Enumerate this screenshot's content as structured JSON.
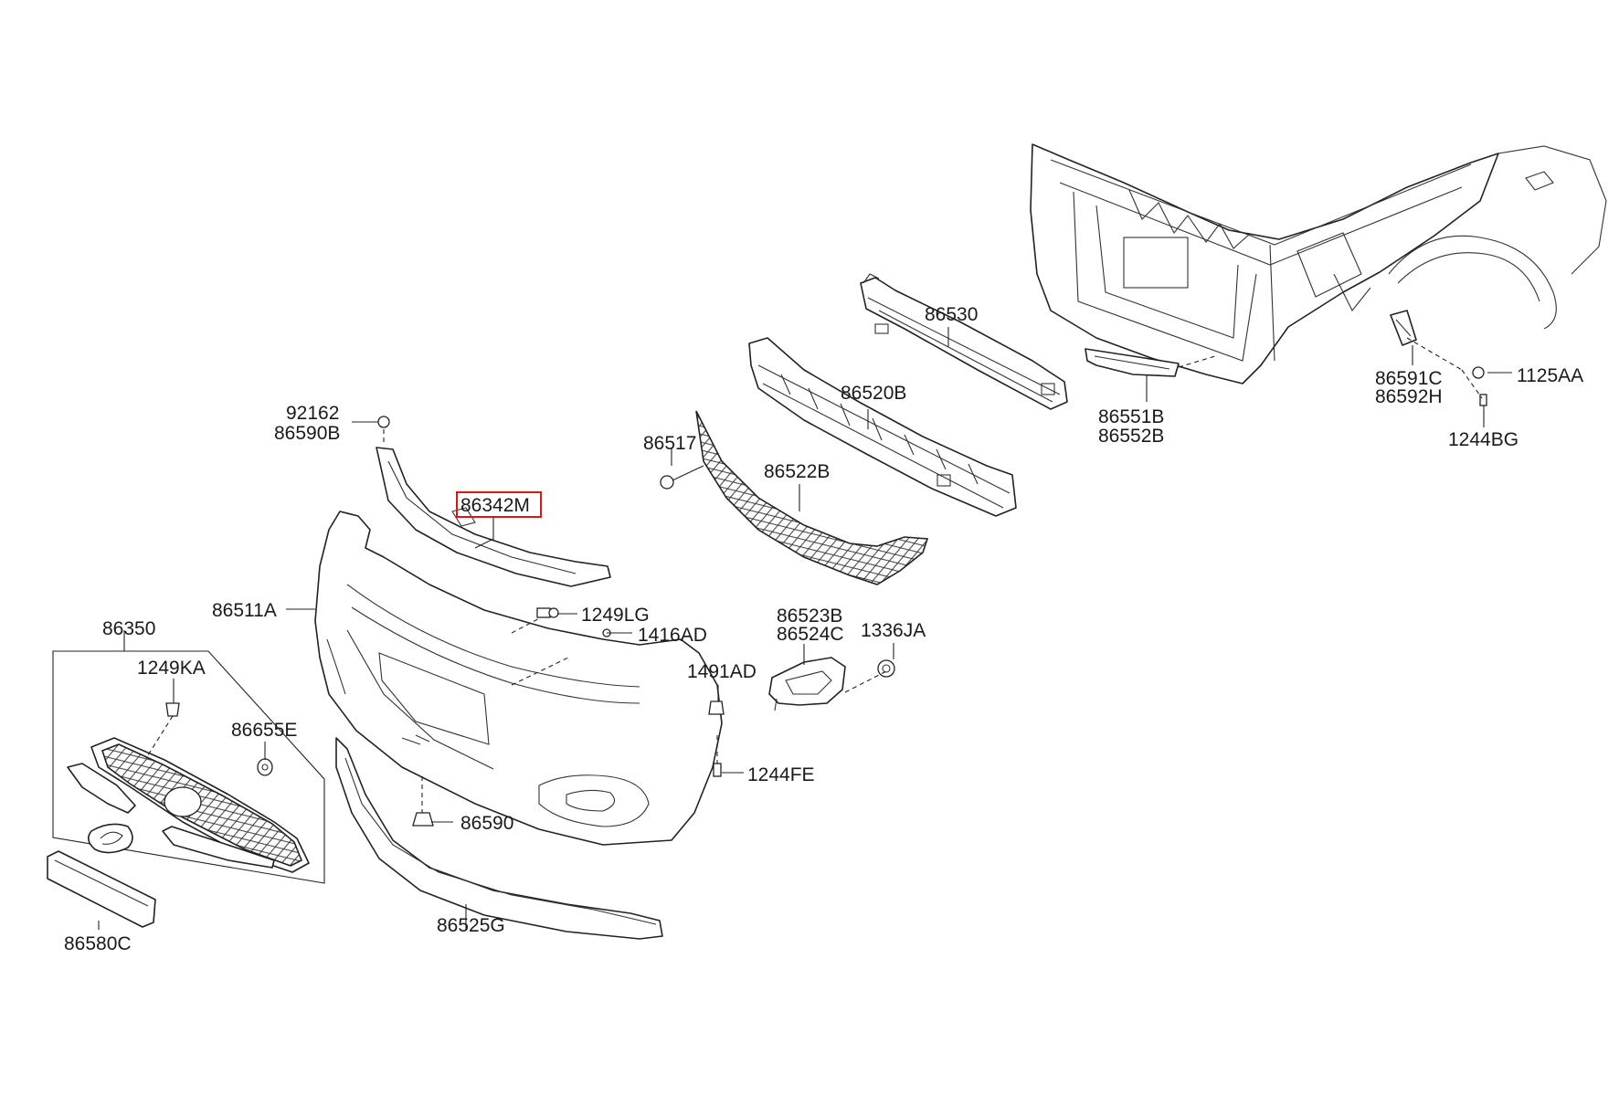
{
  "labels": {
    "p92162": "92162",
    "p86590B": "86590B",
    "p86342M": "86342M",
    "p86511A": "86511A",
    "p86350": "86350",
    "p1249KA": "1249KA",
    "p86655E": "86655E",
    "p86580C": "86580C",
    "p86525G": "86525G",
    "p86590": "86590",
    "p1249LG": "1249LG",
    "p1416AD": "1416AD",
    "p1491AD": "1491AD",
    "p1244FE": "1244FE",
    "p86517": "86517",
    "p86522B": "86522B",
    "p86523B": "86523B",
    "p86524C": "86524C",
    "p1336JA": "1336JA",
    "p86520B": "86520B",
    "p86530": "86530",
    "p86551B": "86551B",
    "p86552B": "86552B",
    "p86591C": "86591C",
    "p86592H": "86592H",
    "p1125AA": "1125AA",
    "p1244BG": "1244BG"
  },
  "highlight": {
    "part": "86342M",
    "color": "#e01414"
  }
}
